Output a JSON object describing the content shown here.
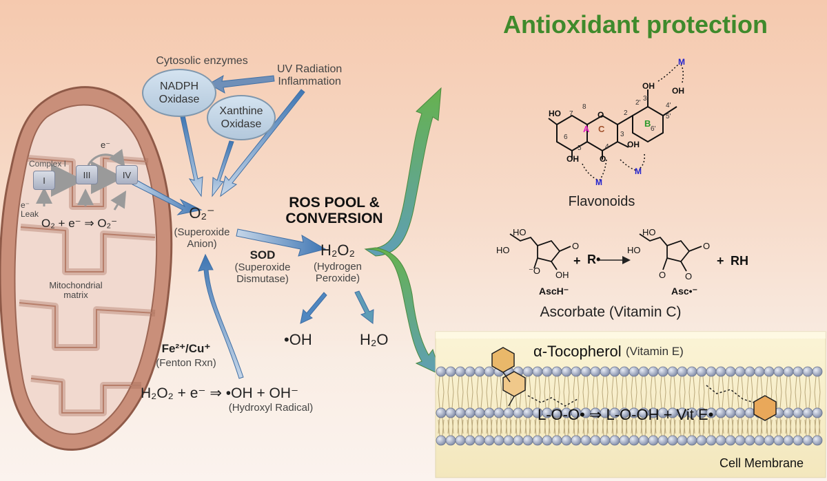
{
  "title": "Antioxidant protection",
  "cytosolic": {
    "heading": "Cytosolic enzymes",
    "nadph": [
      "NADPH",
      "Oxidase"
    ],
    "xanthine": [
      "Xanthine",
      "Oxidase"
    ],
    "uv": [
      "UV Radiation",
      "Inflammation"
    ]
  },
  "mito": {
    "complexes": {
      "c1_label": "Complex I",
      "c1": "I",
      "c3": "III",
      "c4": "IV"
    },
    "electron": "e⁻",
    "leak": [
      "e⁻",
      "Leak"
    ],
    "reaction": "O₂ + e⁻ ⇒ O₂⁻",
    "matrix": [
      "Mitochondrial",
      "matrix"
    ]
  },
  "superoxide": {
    "formula": "O₂⁻",
    "name": [
      "(Superoxide",
      "Anion)"
    ]
  },
  "sod": {
    "label": "SOD",
    "name": [
      "(Superoxide",
      "Dismutase)"
    ]
  },
  "ros_pool": [
    "ROS POOL &",
    "CONVERSION"
  ],
  "h2o2": {
    "formula": "H₂O₂",
    "name": [
      "(Hydrogen",
      "Peroxide)"
    ]
  },
  "products": {
    "oh": "•OH",
    "h2o": "H₂O"
  },
  "fenton": {
    "ions": "Fe²⁺/Cu⁺",
    "name": "(Fenton Rxn)",
    "reaction": "H₂O₂ + e⁻ ⇒ •OH + OH⁻",
    "product": "(Hydroxyl Radical)"
  },
  "flavonoids": {
    "label": "Flavonoids",
    "rings": {
      "a": "A",
      "b": "B",
      "c": "C"
    },
    "metal": "M",
    "positions": [
      "2",
      "3",
      "4",
      "5",
      "6",
      "7",
      "8",
      "2'",
      "3'",
      "4'",
      "5'",
      "6'"
    ]
  },
  "ascorbate": {
    "label": "Ascorbate (Vitamin C)",
    "asch": "AscH⁻",
    "asc": "Asc•⁻",
    "radical": "R•",
    "plus": "+",
    "rh": "RH"
  },
  "membrane": {
    "tocopherol": "α-Tocopherol",
    "vit_e": "(Vitamin E)",
    "reaction": "L-O-O• ⇒ L-O-OH + Vit E•",
    "cell_membrane": "Cell Membrane"
  },
  "colors": {
    "title": "#3f8a2c",
    "arrow_blue": "#4a7fb8",
    "arrow_green": "#5aa64e",
    "mito": "#a06a55"
  }
}
